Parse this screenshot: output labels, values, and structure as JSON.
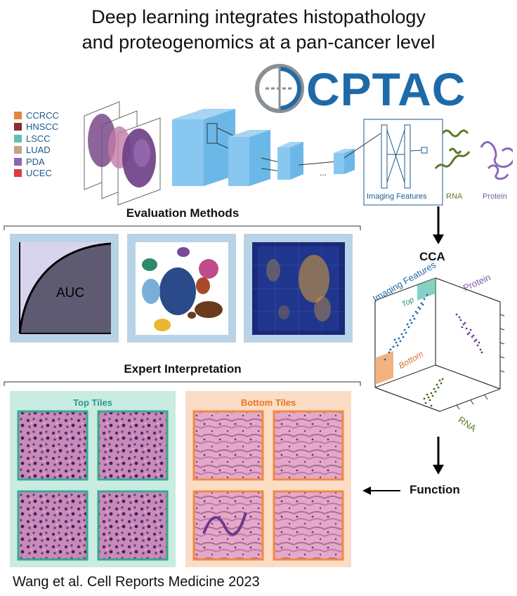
{
  "title": {
    "line1": "Deep learning integrates histopathology",
    "line2": "and proteogenomics at a pan-cancer level"
  },
  "logo": {
    "text": "CPTAC",
    "icon": "cptac-circle-icon",
    "color": "#1e6aa8"
  },
  "legend": {
    "items": [
      {
        "label": "CCRCC",
        "color": "#e8843a"
      },
      {
        "label": "HNSCC",
        "color": "#8b2e2e"
      },
      {
        "label": "LSCC",
        "color": "#5fc0b0"
      },
      {
        "label": "LUAD",
        "color": "#c9a088"
      },
      {
        "label": "PDA",
        "color": "#8e64b4"
      },
      {
        "label": "UCEC",
        "color": "#e03a3a"
      }
    ]
  },
  "pipeline": {
    "ellipsis": "...",
    "features_label": "Imaging Features",
    "rna_label": "RNA",
    "protein_label": "Protein"
  },
  "evaluation": {
    "title": "Evaluation Methods",
    "auc_label": "AUC"
  },
  "cca": {
    "label": "CCA",
    "imaging_features": "Imaging Features",
    "top": "Top",
    "bottom": "Bottom",
    "protein": "Protein",
    "rna": "RNA"
  },
  "interpretation": {
    "title": "Expert Interpretation",
    "top_tiles": "Top Tiles",
    "bottom_tiles": "Bottom Tiles"
  },
  "function_label": "Function",
  "citation": "Wang et al. Cell Reports Medicine 2023",
  "colors": {
    "accent_blue": "#1e6aa8",
    "teal": "#5fc0b0",
    "orange": "#f0883c",
    "rna_green": "#5a7a28",
    "protein_purple": "#7a5aa8"
  }
}
